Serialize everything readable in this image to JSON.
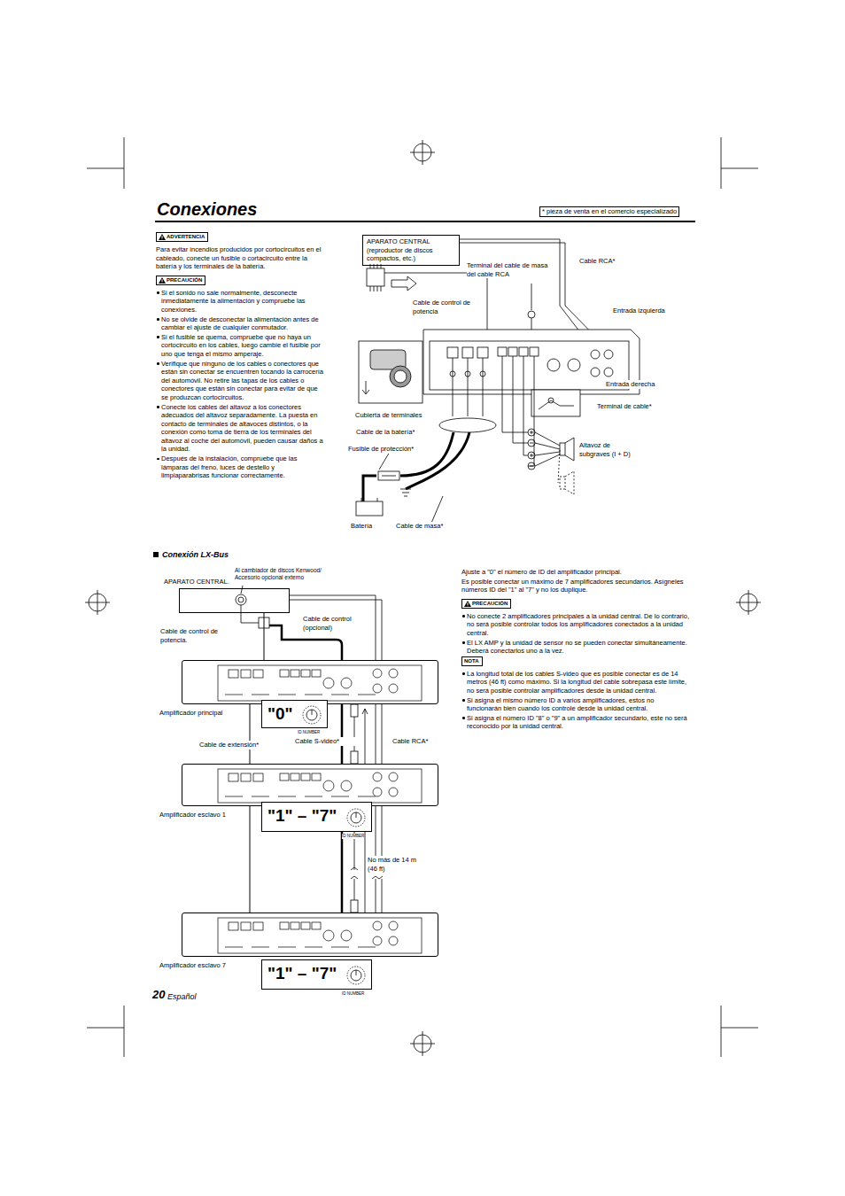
{
  "diagram": {
    "title": "Conexiones",
    "nodes": [
      {
        "text": [
          "APARATO CENTRAL (reproductor de discos compactos, etc.)"
        ]
      },
      {
        "text": [
          "APARATO CENTRAL."
        ]
      },
      {
        "text": [
          "Amplificador principal"
        ]
      },
      {
        "text": [
          "\"0\""
        ]
      },
      {
        "text": [
          "Amplificador esclavo 1"
        ]
      },
      {
        "text": [
          "\"1\" – \"7\""
        ]
      },
      {
        "text": [
          "Amplificador esclavo 7"
        ]
      },
      {
        "text": [
          "\"1\" – \"7\""
        ]
      }
    ],
    "edges": [
      {
        "from": 1,
        "to": 2,
        "arrow": "none"
      },
      {
        "from": 2,
        "to": 4,
        "arrow": "none"
      },
      {
        "from": 4,
        "to": 6,
        "arrow": "none"
      }
    ],
    "labels": [
      "* pieza de venta en el comercio especializado",
      "ADVERTENCIA",
      "Para evitar incendios producidos por cortocircuitos en el cableado, conecte un fusible o cortacircuito entre la batería y los terminales de la batería.",
      "PRECAUCIÓN",
      "Si el sonido no sale normalmente, desconecte inmediatamente la alimentación y compruebe las conexiones.",
      "No se olvide de desconectar la alimentación antes de cambiar el ajuste de cualquier conmutador.",
      "Si el fusible se quema, compruebe que no haya un cortocircuito en los cables, luego cambie el fusible por uno que tenga el mismo amperaje.",
      "Verifique que ninguno de los cables o conectores que están sin conectar se encuentren tocando la carrocería del automóvil. No retire las tapas de los cables o conectores que están sin conectar para evitar de que se produzcan cortocircuitos.",
      "Conecte los cables del altavoz a los conectores adecuados del altavoz separadamente. La puesta en contacto de terminales de altavoces distintos, o la conexión como toma de tierra de los terminales del altavoz al coche del automóvil, pueden causar daños a la unidad.",
      "Después de la instalación, compruebe que las lámparas del freno, luces de destello y limpiaparabrisas funcionar correctamente.",
      "Terminal del cable de masa del cable RCA",
      "Cable RCA*",
      "Cable de control de potencia",
      "Entrada izquierda",
      "Entrada derecha",
      "Terminal de cable*",
      "Cubierta de terminales",
      "Cable de la batería*",
      "Fusible de protección*",
      "Altavoz de subgraves (I + D)",
      "Batería",
      "Cable de masa*",
      "Conexión LX-Bus",
      "Al cambiador de discos Kenwood/ Accesorio opcional externo",
      "Cable de control (opcional)",
      "Cable de control de potencia.",
      "Cable de extensión*",
      "Cable S-video*",
      "Cable RCA*",
      "ID NUMBER",
      "ID NUMBER",
      "No más de 14 m (46 ft)",
      "ID NUMBER",
      "Ajuste a \"0\" el número de ID del amplificador principal.",
      "Es posible conectar un máximo de 7 amplificadores secundarios. Asígneles números ID del \"1\" al \"7\" y no los duplique.",
      "PRECAUCIÓN",
      "No conecte 2 amplificadores principales a la unidad central. De lo contrario, no será posible controlar todos los amplificadores conectados a la unidad central.",
      "El LX AMP y la unidad de sensor no se pueden conectar simultáneamente. Deberá conectarlos uno a la vez.",
      "NOTA",
      "La longitud total de los cables S-video que es posible conectar es de 14 metros (46 ft) como máximo. Si la longitud del cable sobrepasa este límite, no será posible controlar amplificadores desde la unidad central.",
      "Si asigna el mismo número ID a varios amplificadores, estos no funcionarán bien cuando los controle desde la unidad central.",
      "Si asigna el número ID \"8\" o \"9\" a un amplificador secundario, este no será reconocido por la unidad central.",
      "20",
      "Español"
    ]
  }
}
